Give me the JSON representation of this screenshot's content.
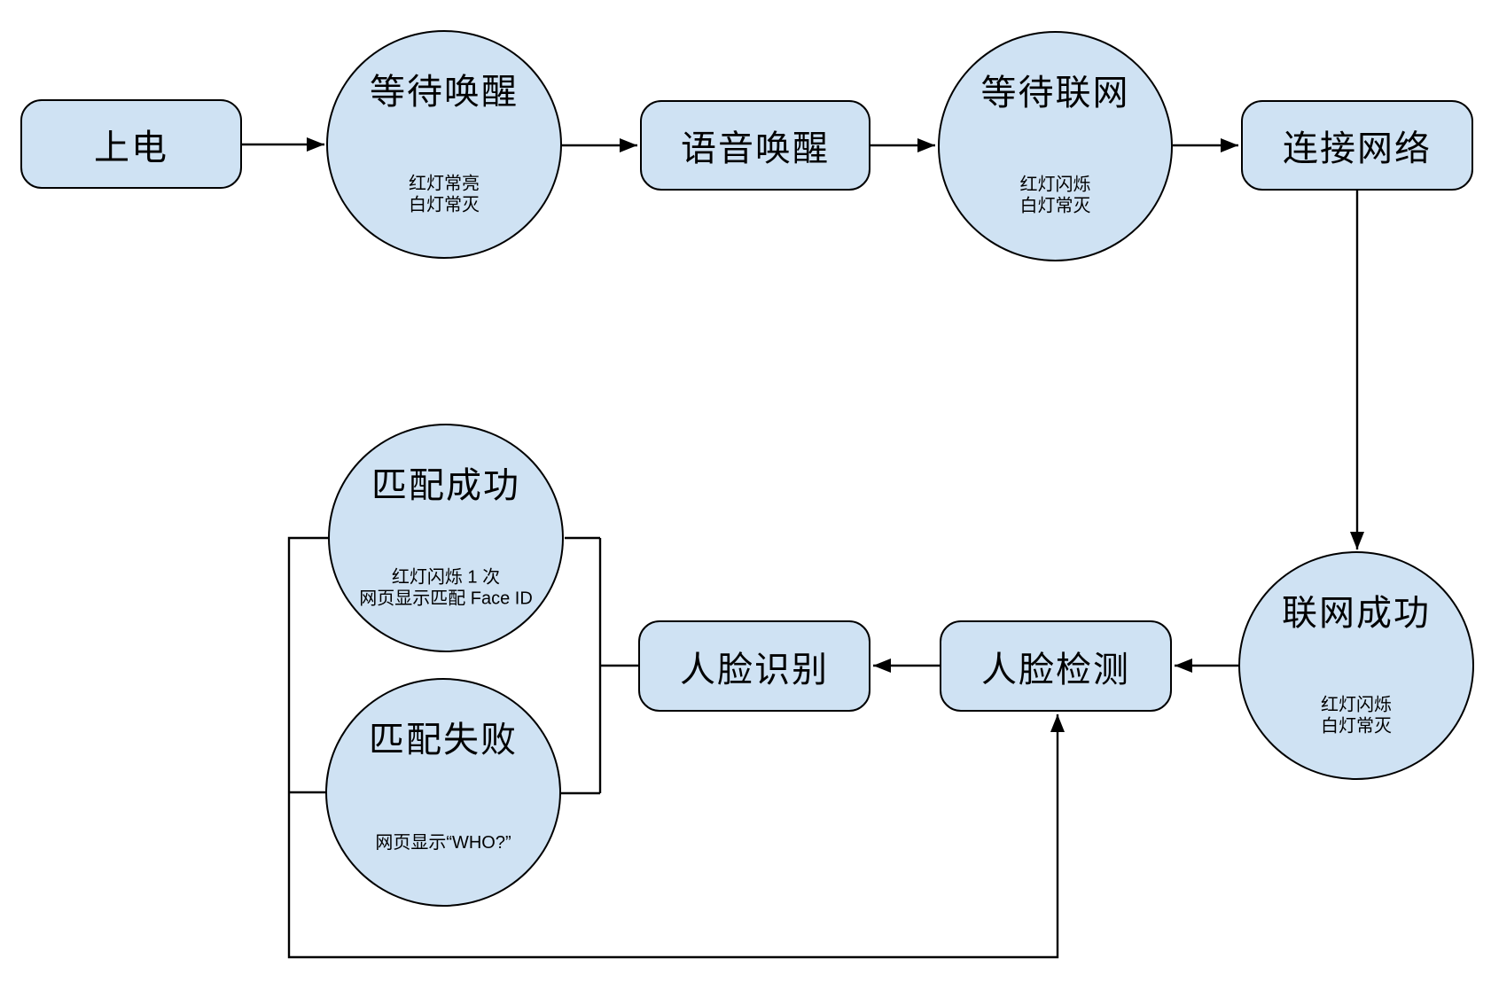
{
  "theme": {
    "page_bg": "#ffffff",
    "node_fill": "#cfe2f3",
    "node_border": "#000000",
    "line_color": "#000000",
    "text_color": "#000000"
  },
  "diagram": {
    "nodes": [
      {
        "id": "power-on",
        "shape": "rect",
        "label": "上电"
      },
      {
        "id": "wait-wake",
        "shape": "ellipse",
        "label": "等待唤醒",
        "sublabel": "红灯常亮\n白灯常灭"
      },
      {
        "id": "voice-wake",
        "shape": "rect",
        "label": "语音唤醒"
      },
      {
        "id": "wait-network",
        "shape": "ellipse",
        "label": "等待联网",
        "sublabel": "红灯闪烁\n白灯常灭"
      },
      {
        "id": "connect-network",
        "shape": "rect",
        "label": "连接网络"
      },
      {
        "id": "network-success",
        "shape": "ellipse",
        "label": "联网成功",
        "sublabel": "红灯闪烁\n白灯常灭"
      },
      {
        "id": "face-detect",
        "shape": "rect",
        "label": "人脸检测"
      },
      {
        "id": "face-recognize",
        "shape": "rect",
        "label": "人脸识别"
      },
      {
        "id": "match-success",
        "shape": "ellipse",
        "label": "匹配成功",
        "sublabel": "红灯闪烁 1 次\n网页显示匹配 Face ID"
      },
      {
        "id": "match-fail",
        "shape": "ellipse",
        "label": "匹配失败",
        "sublabel": "网页显示“WHO?”"
      }
    ],
    "edges": [
      {
        "from": "power-on",
        "to": "wait-wake",
        "arrow": true
      },
      {
        "from": "wait-wake",
        "to": "voice-wake",
        "arrow": true
      },
      {
        "from": "voice-wake",
        "to": "wait-network",
        "arrow": true
      },
      {
        "from": "wait-network",
        "to": "connect-network",
        "arrow": true
      },
      {
        "from": "connect-network",
        "to": "network-success",
        "arrow": true
      },
      {
        "from": "network-success",
        "to": "face-detect",
        "arrow": true
      },
      {
        "from": "face-detect",
        "to": "face-recognize",
        "arrow": true
      },
      {
        "from": "face-recognize",
        "to": "match-success",
        "arrow": false
      },
      {
        "from": "face-recognize",
        "to": "match-fail",
        "arrow": false
      },
      {
        "from": "match-success",
        "to": "face-detect",
        "arrow": true
      },
      {
        "from": "match-fail",
        "to": "face-detect",
        "arrow": true
      }
    ]
  }
}
